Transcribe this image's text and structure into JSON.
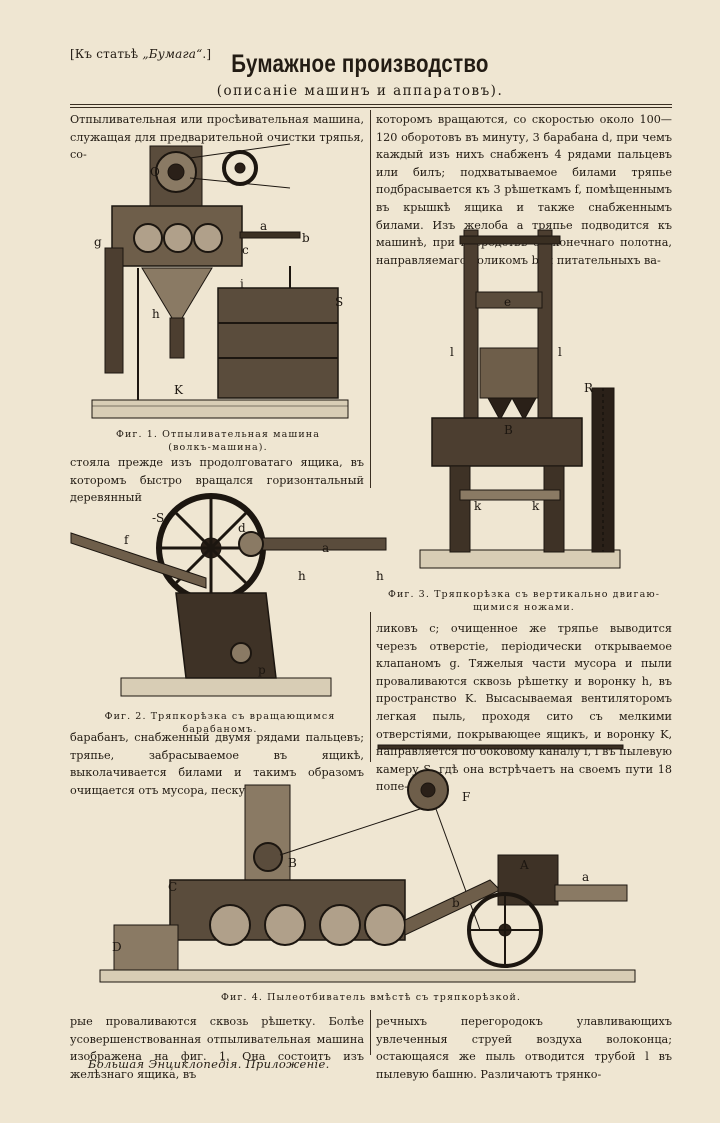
{
  "header": {
    "reference_prefix": "[Къ статьѣ ",
    "reference_article": "„Бумага“",
    "reference_suffix": ".]",
    "title": "Бумажное производство",
    "subtitle": "(описаніе машинъ и аппаратовъ)."
  },
  "columns": {
    "left_p1": "Отпыливательная или просѣивательная машина, служащая для предварительной очистки тряпья, со-",
    "left_p2": "стояла прежде изъ продолговатаго ящика, въ которомъ быстро вращался горизонтальный деревянный",
    "left_p3": "барабанъ, снабженный двумя рядами пальцевъ; тряпье, забрасываемое въ ящикѣ, выколачивается билами и такимъ образомъ очищается отъ мусора, песку, кото-",
    "right_p1": "которомъ вращаются, со скоростью около 100—120 оборотовъ въ минуту, 3 барабана d, при чемъ каждый изъ нихъ снабженъ 4 рядами пальцевъ или билъ; подхватываемое билами тряпье подбрасывается къ 3 рѣшеткамъ f, помѣщеннымъ въ крышкѣ ящика и также снабженнымъ билами. Изъ желоба a тряпье подводится къ машинѣ, при посредствѣ безконечнаго полотна, направляемаго роликомъ b, и питательныхъ ва-",
    "right_p2": "ликовъ c; очищенное же тряпье выводится черезъ отверстіе, періодически открываемое клапаномъ g. Тяжелыя части мусора и пыли проваливаются сквозь рѣшетку и воронку h, въ пространство K. Высасываемая вентиляторомъ легкая пыль, проходя сито съ мелкими отверстіями, покрывающее ящикъ, и воронку K, направляется по боковому каналу i, i въ пылевую камеру S, гдѣ она встрѣчаетъ на своемъ пути 18 попе-",
    "bottom_left": "рые проваливаются сквозь рѣшетку. Болѣе усовершенствованная отпыливательная машина изображена на фиг. 1. Она состоитъ изъ желѣзнаго ящика, въ",
    "bottom_right": "речныхъ перегородокъ улавливающихъ увлеченныя струей воздуха волоконца; остающаяся же пыль отводится трубой l въ пылевую башню. Различаютъ трянко-"
  },
  "figures": {
    "fig1": {
      "caption_line1": "Фиг. 1. Отпыливательная машина",
      "caption_line2": "(волкъ-машина).",
      "labels": {
        "q": "Q",
        "g": "g",
        "a": "a",
        "b": "b",
        "c": "c",
        "i": "i",
        "h": "h",
        "s": "S",
        "k": "K"
      }
    },
    "fig2": {
      "caption": "Фиг. 2. Тряпкорѣзка съ вращающимся барабаномъ.",
      "labels": {
        "s": "-S",
        "f": "f",
        "d": "d",
        "a": "a",
        "h1": "h",
        "h2": "h",
        "p": "p"
      }
    },
    "fig3": {
      "caption_line1": "Фиг. 3. Тряпкорѣзка съ вертикально двигаю-",
      "caption_line2": "щимися ножами.",
      "labels": {
        "e": "e",
        "l1": "l",
        "l2": "l",
        "r": "R",
        "b": "B",
        "k1": "k",
        "k2": "k"
      }
    },
    "fig4": {
      "caption": "Фиг. 4. Пылеотбиватель вмѣстѣ съ тряпкорѣзкой.",
      "labels": {
        "f": "F",
        "b_upper": "B",
        "c": "C",
        "a_upper": "A",
        "a_lower": "a",
        "b_lower": "b",
        "d": "D"
      }
    }
  },
  "footer": {
    "text": "Большая Энциклопедія. Приложеніе."
  }
}
